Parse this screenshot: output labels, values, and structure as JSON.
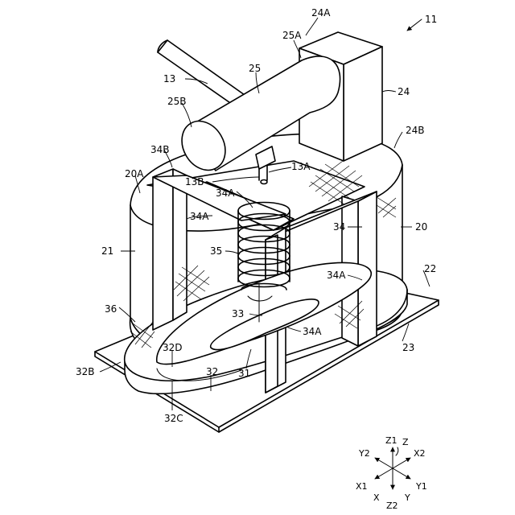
{
  "figure_number": "11",
  "labels": {
    "l24A": "24A",
    "l25A": "25A",
    "l25": "25",
    "l13": "13",
    "l24": "24",
    "l25B": "25B",
    "l24B": "24B",
    "l34B": "34B",
    "l13A": "13A",
    "l13B": "13B",
    "l20A": "20A",
    "l34A_1": "34A",
    "l34A_2": "34A",
    "l20": "20",
    "l34": "34",
    "l21": "21",
    "l35": "35",
    "l22": "22",
    "l34A_3": "34A",
    "l36": "36",
    "l33": "33",
    "l34A_4": "34A",
    "l32D": "32D",
    "l23": "23",
    "l31": "31",
    "l32B": "32B",
    "l32": "32",
    "l32C": "32C"
  },
  "axes": {
    "Z1": "Z1",
    "Z": "Z",
    "Y2": "Y2",
    "X2": "X2",
    "X1": "X1",
    "Y1": "Y1",
    "X": "X",
    "Y": "Y",
    "Z2": "Z2"
  }
}
